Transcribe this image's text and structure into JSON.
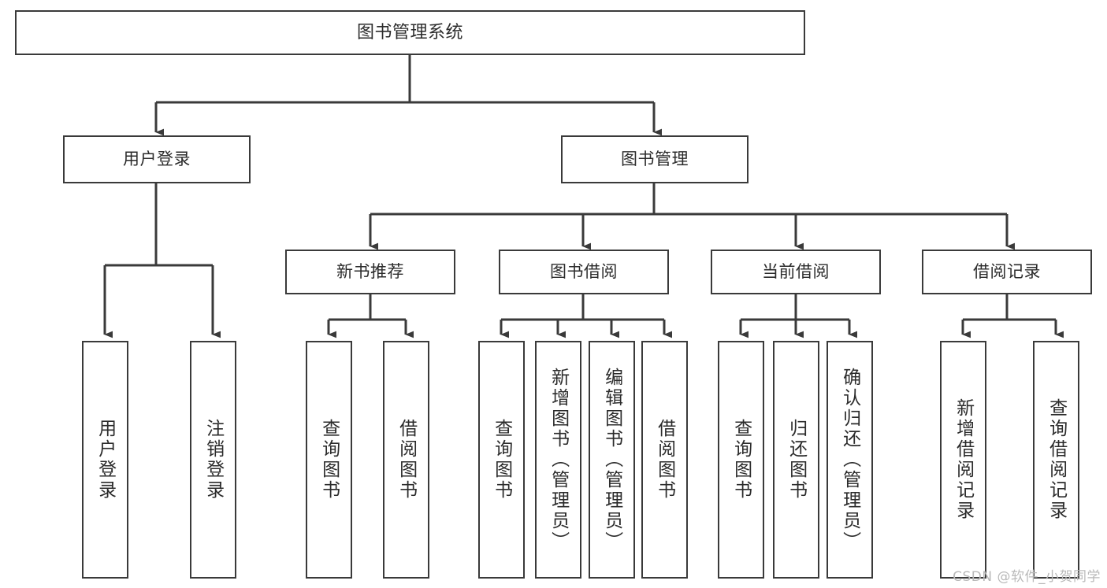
{
  "diagram": {
    "title_text": "图书管理系统",
    "type": "tree-hierarchy",
    "colors": {
      "box_border": "#3a3a3a",
      "box_fill": "#ffffff",
      "edge": "#3a3a3a",
      "text": "#2b2b2b",
      "watermark": "#b9b9b9",
      "canvas": "#ffffff"
    },
    "root": {
      "label": "图书管理系统"
    },
    "level2": [
      {
        "label": "用户登录"
      },
      {
        "label": "图书管理"
      }
    ],
    "level3": [
      {
        "label": "新书推荐"
      },
      {
        "label": "图书借阅"
      },
      {
        "label": "当前借阅"
      },
      {
        "label": "借阅记录"
      }
    ],
    "leaves": {
      "user_login": [
        {
          "label": "用户登录"
        },
        {
          "label": "注销登录"
        }
      ],
      "new_book_recommend": [
        {
          "label": "查询图书"
        },
        {
          "label": "借阅图书"
        }
      ],
      "book_borrow": [
        {
          "label": "查询图书"
        },
        {
          "label": "新增图书（管理员）"
        },
        {
          "label": "编辑图书（管理员）"
        },
        {
          "label": "借阅图书"
        }
      ],
      "current_borrow": [
        {
          "label": "查询图书"
        },
        {
          "label": "归还图书"
        },
        {
          "label": "确认归还（管理员）"
        }
      ],
      "borrow_record": [
        {
          "label": "新增借阅记录"
        },
        {
          "label": "查询借阅记录"
        }
      ]
    },
    "watermark": "CSDN @软件_小贺同学"
  }
}
